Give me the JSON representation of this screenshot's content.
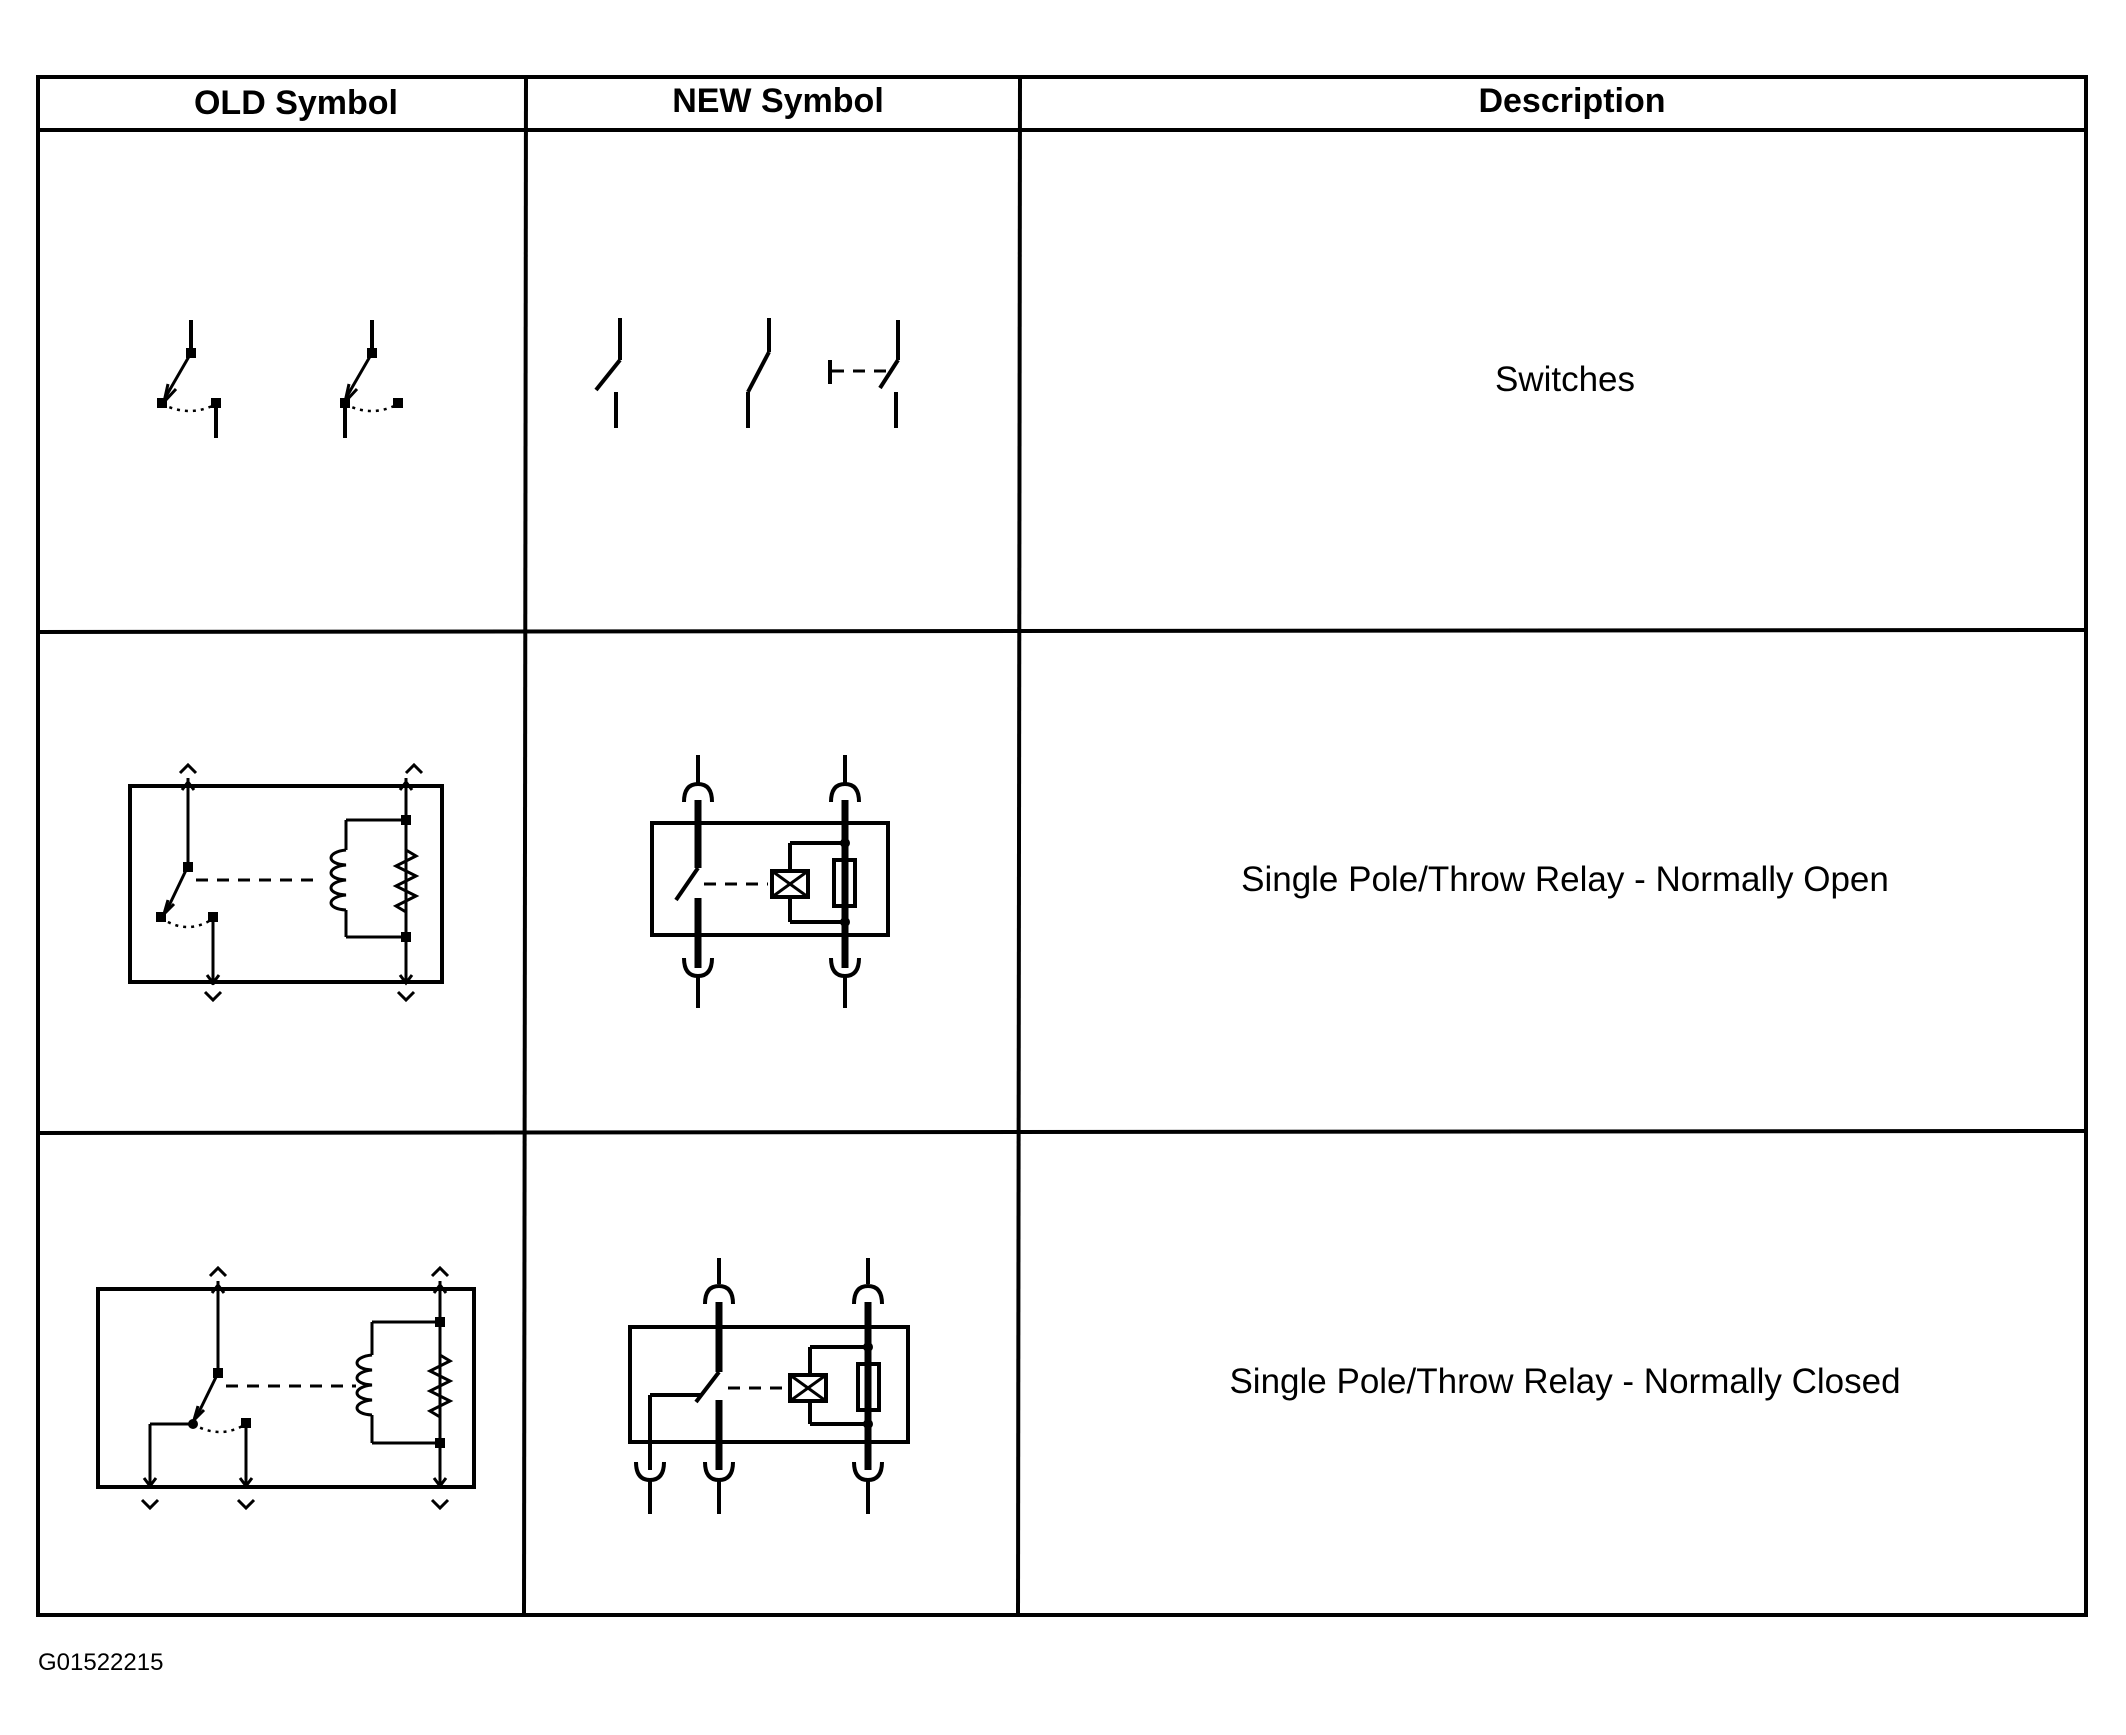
{
  "table": {
    "headers": {
      "old": "OLD Symbol",
      "new": "NEW Symbol",
      "description": "Description"
    },
    "rows": [
      {
        "description": "Switches"
      },
      {
        "description": "Single Pole/Throw Relay - Normally Open"
      },
      {
        "description": "Single Pole/Throw Relay - Normally Closed"
      }
    ]
  },
  "figure_id": "G01522215"
}
